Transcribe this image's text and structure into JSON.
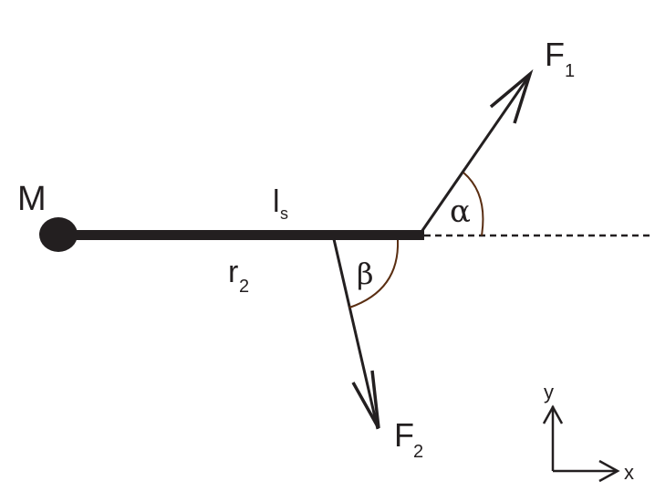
{
  "labels": {
    "mass": "M",
    "length_main": "l",
    "length_sub": "s",
    "radius_main": "r",
    "radius_sub": "2",
    "force1_main": "F",
    "force1_sub": "1",
    "force2_main": "F",
    "force2_sub": "2",
    "angle_alpha": "α",
    "angle_beta": "β",
    "axis_x": "x",
    "axis_y": "y"
  },
  "colors": {
    "ink": "#231f20",
    "arc": "#5a2e12"
  }
}
